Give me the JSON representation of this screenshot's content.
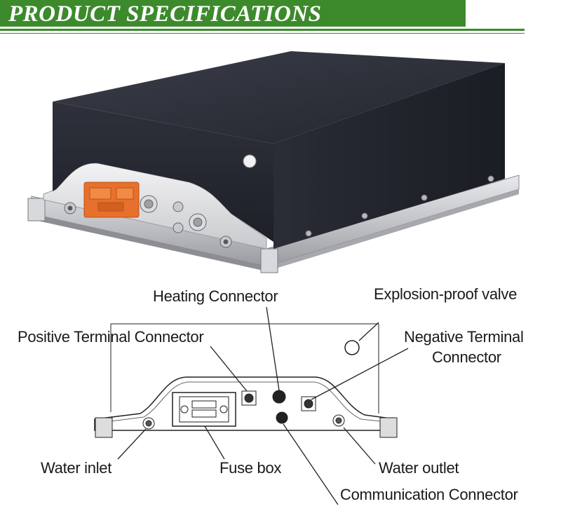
{
  "header": {
    "title": "PRODUCT SPECIFICATIONS",
    "color": "#3c8a2c"
  },
  "labels": {
    "heating_connector": "Heating Connector",
    "explosion_proof_valve": "Explosion-proof valve",
    "positive_terminal_connector": "Positive Terminal Connector",
    "negative_terminal_line1": "Negative Terminal",
    "negative_terminal_line2": "Connector",
    "water_inlet": "Water inlet",
    "fuse_box": "Fuse box",
    "water_outlet": "Water outlet",
    "communication_connector": "Communication Connector"
  },
  "colors": {
    "battery_body": "#2b2d38",
    "connector_orange": "#e8702a",
    "frame_silver": "#c9cacd",
    "line": "#222222"
  }
}
